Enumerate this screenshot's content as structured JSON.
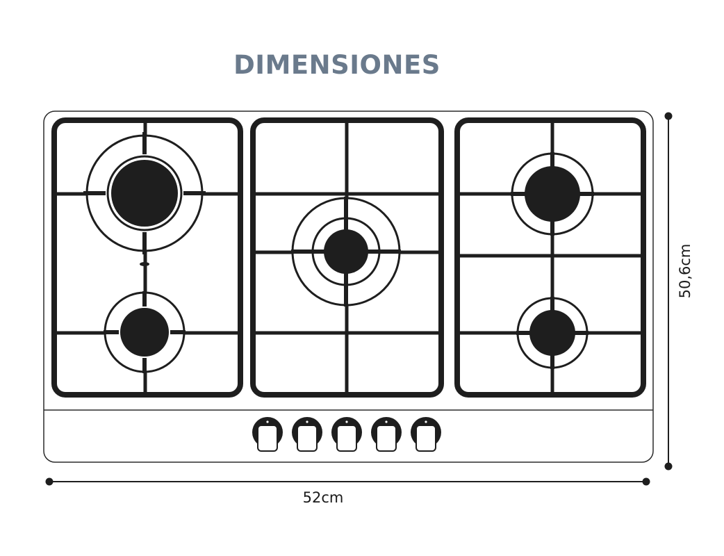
{
  "title": "DIMENSIONES",
  "dimensions": {
    "width_label": "52cm",
    "height_label": "50,6cm"
  },
  "product": {
    "burner_count": 5,
    "knob_count": 5,
    "grate_sections": 3
  },
  "colors": {
    "title": "#6a7a8c",
    "line": "#1e1e1e"
  }
}
